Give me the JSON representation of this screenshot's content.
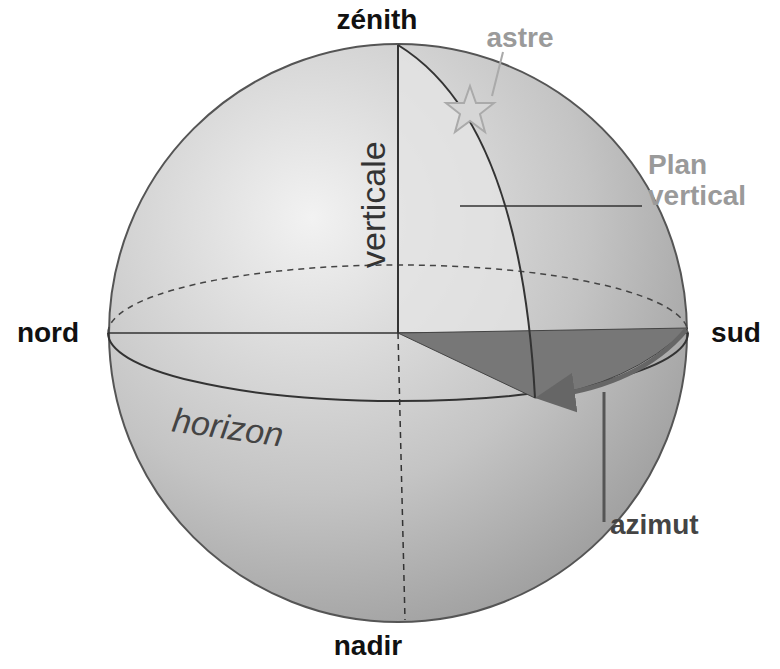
{
  "diagram": {
    "labels": [
      "zénith",
      "astre",
      "verticale",
      "Plan vertical",
      "nord",
      "sud",
      "horizon",
      "azimut",
      "nadir"
    ]
  }
}
